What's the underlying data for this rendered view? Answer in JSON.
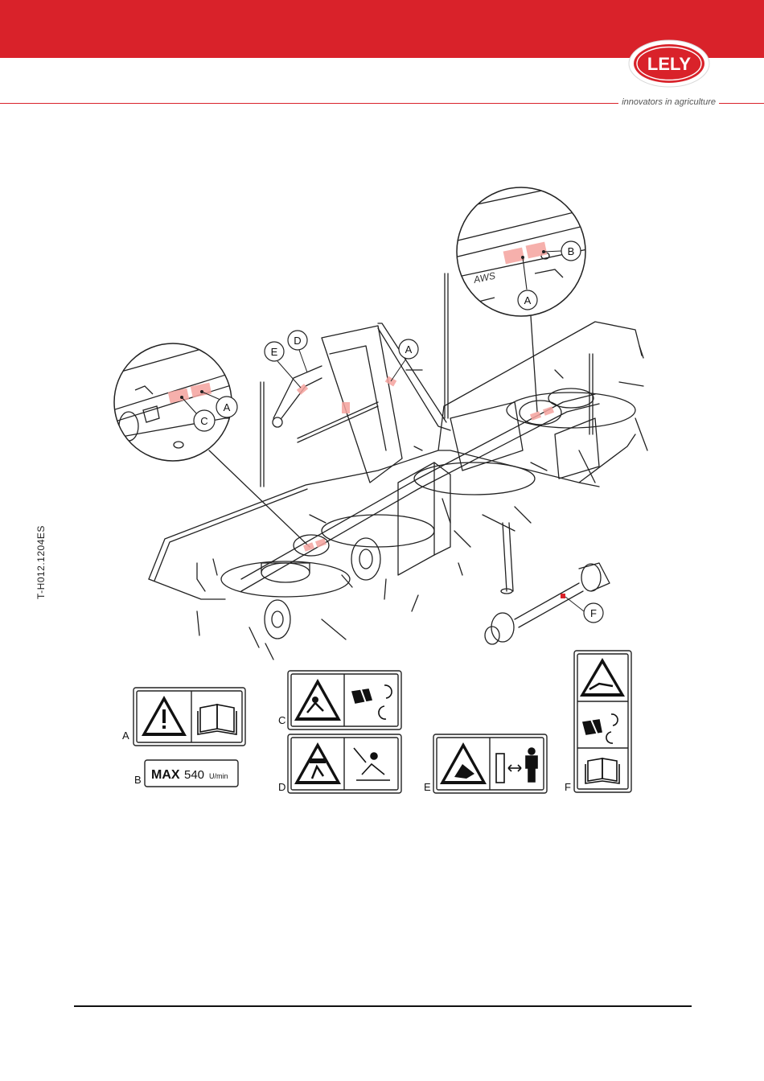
{
  "header": {
    "brand": "LELY",
    "tagline": "innovators in agriculture",
    "brand_color": "#d9222a"
  },
  "document": {
    "code": "T-H012.1204ES"
  },
  "figure": {
    "callouts": [
      "A",
      "B",
      "C",
      "D",
      "E",
      "F"
    ],
    "label_max_text": "MAX",
    "label_max_value": "540",
    "label_max_unit": "U/min",
    "decal_color": "#f4a29d"
  },
  "icons": [
    "warning-triangle-icon",
    "manual-book-icon",
    "rotating-hazard-icon",
    "crush-hazard-icon",
    "distance-person-icon"
  ]
}
